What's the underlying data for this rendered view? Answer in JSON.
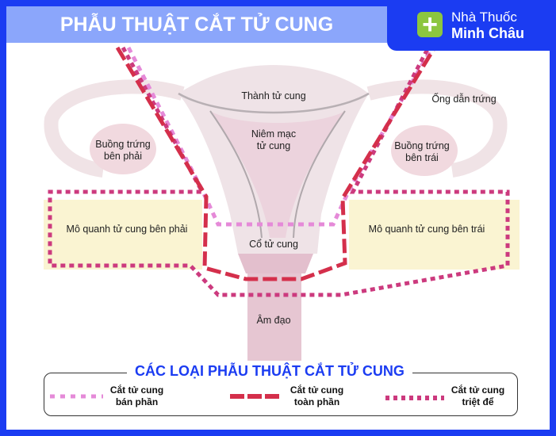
{
  "header": {
    "title": "PHẪU THUẬT CẮT TỬ CUNG",
    "logo_line1": "Nhà Thuốc",
    "logo_line2": "Minh Châu",
    "logo_icon": "plus-icon"
  },
  "labels": {
    "uterine_wall": "Thành tử cung",
    "fallopian_tube": "Ống dẫn trứng",
    "endometrium_1": "Niêm mạc",
    "endometrium_2": "tử cung",
    "right_ovary_1": "Buồng trứng",
    "right_ovary_2": "bên phải",
    "left_ovary_1": "Buồng trứng",
    "left_ovary_2": "bên trái",
    "right_tissue": "Mô quanh tử cung bên phải",
    "left_tissue": "Mô quanh tử cung bên trái",
    "cervix": "Cổ tử cung",
    "vagina": "Âm đạo"
  },
  "legend": {
    "title": "CÁC LOẠI PHẪU THUẬT CẮT TỬ CUNG",
    "items": [
      {
        "line1": "Cắt tử cung",
        "line2": "bán phần",
        "color": "#e58ad8"
      },
      {
        "line1": "Cắt tử cung",
        "line2": "toàn phần",
        "color": "#d42f4b"
      },
      {
        "line1": "Cắt tử cung",
        "line2": "triệt để",
        "color": "#cc3a7e"
      }
    ]
  }
}
